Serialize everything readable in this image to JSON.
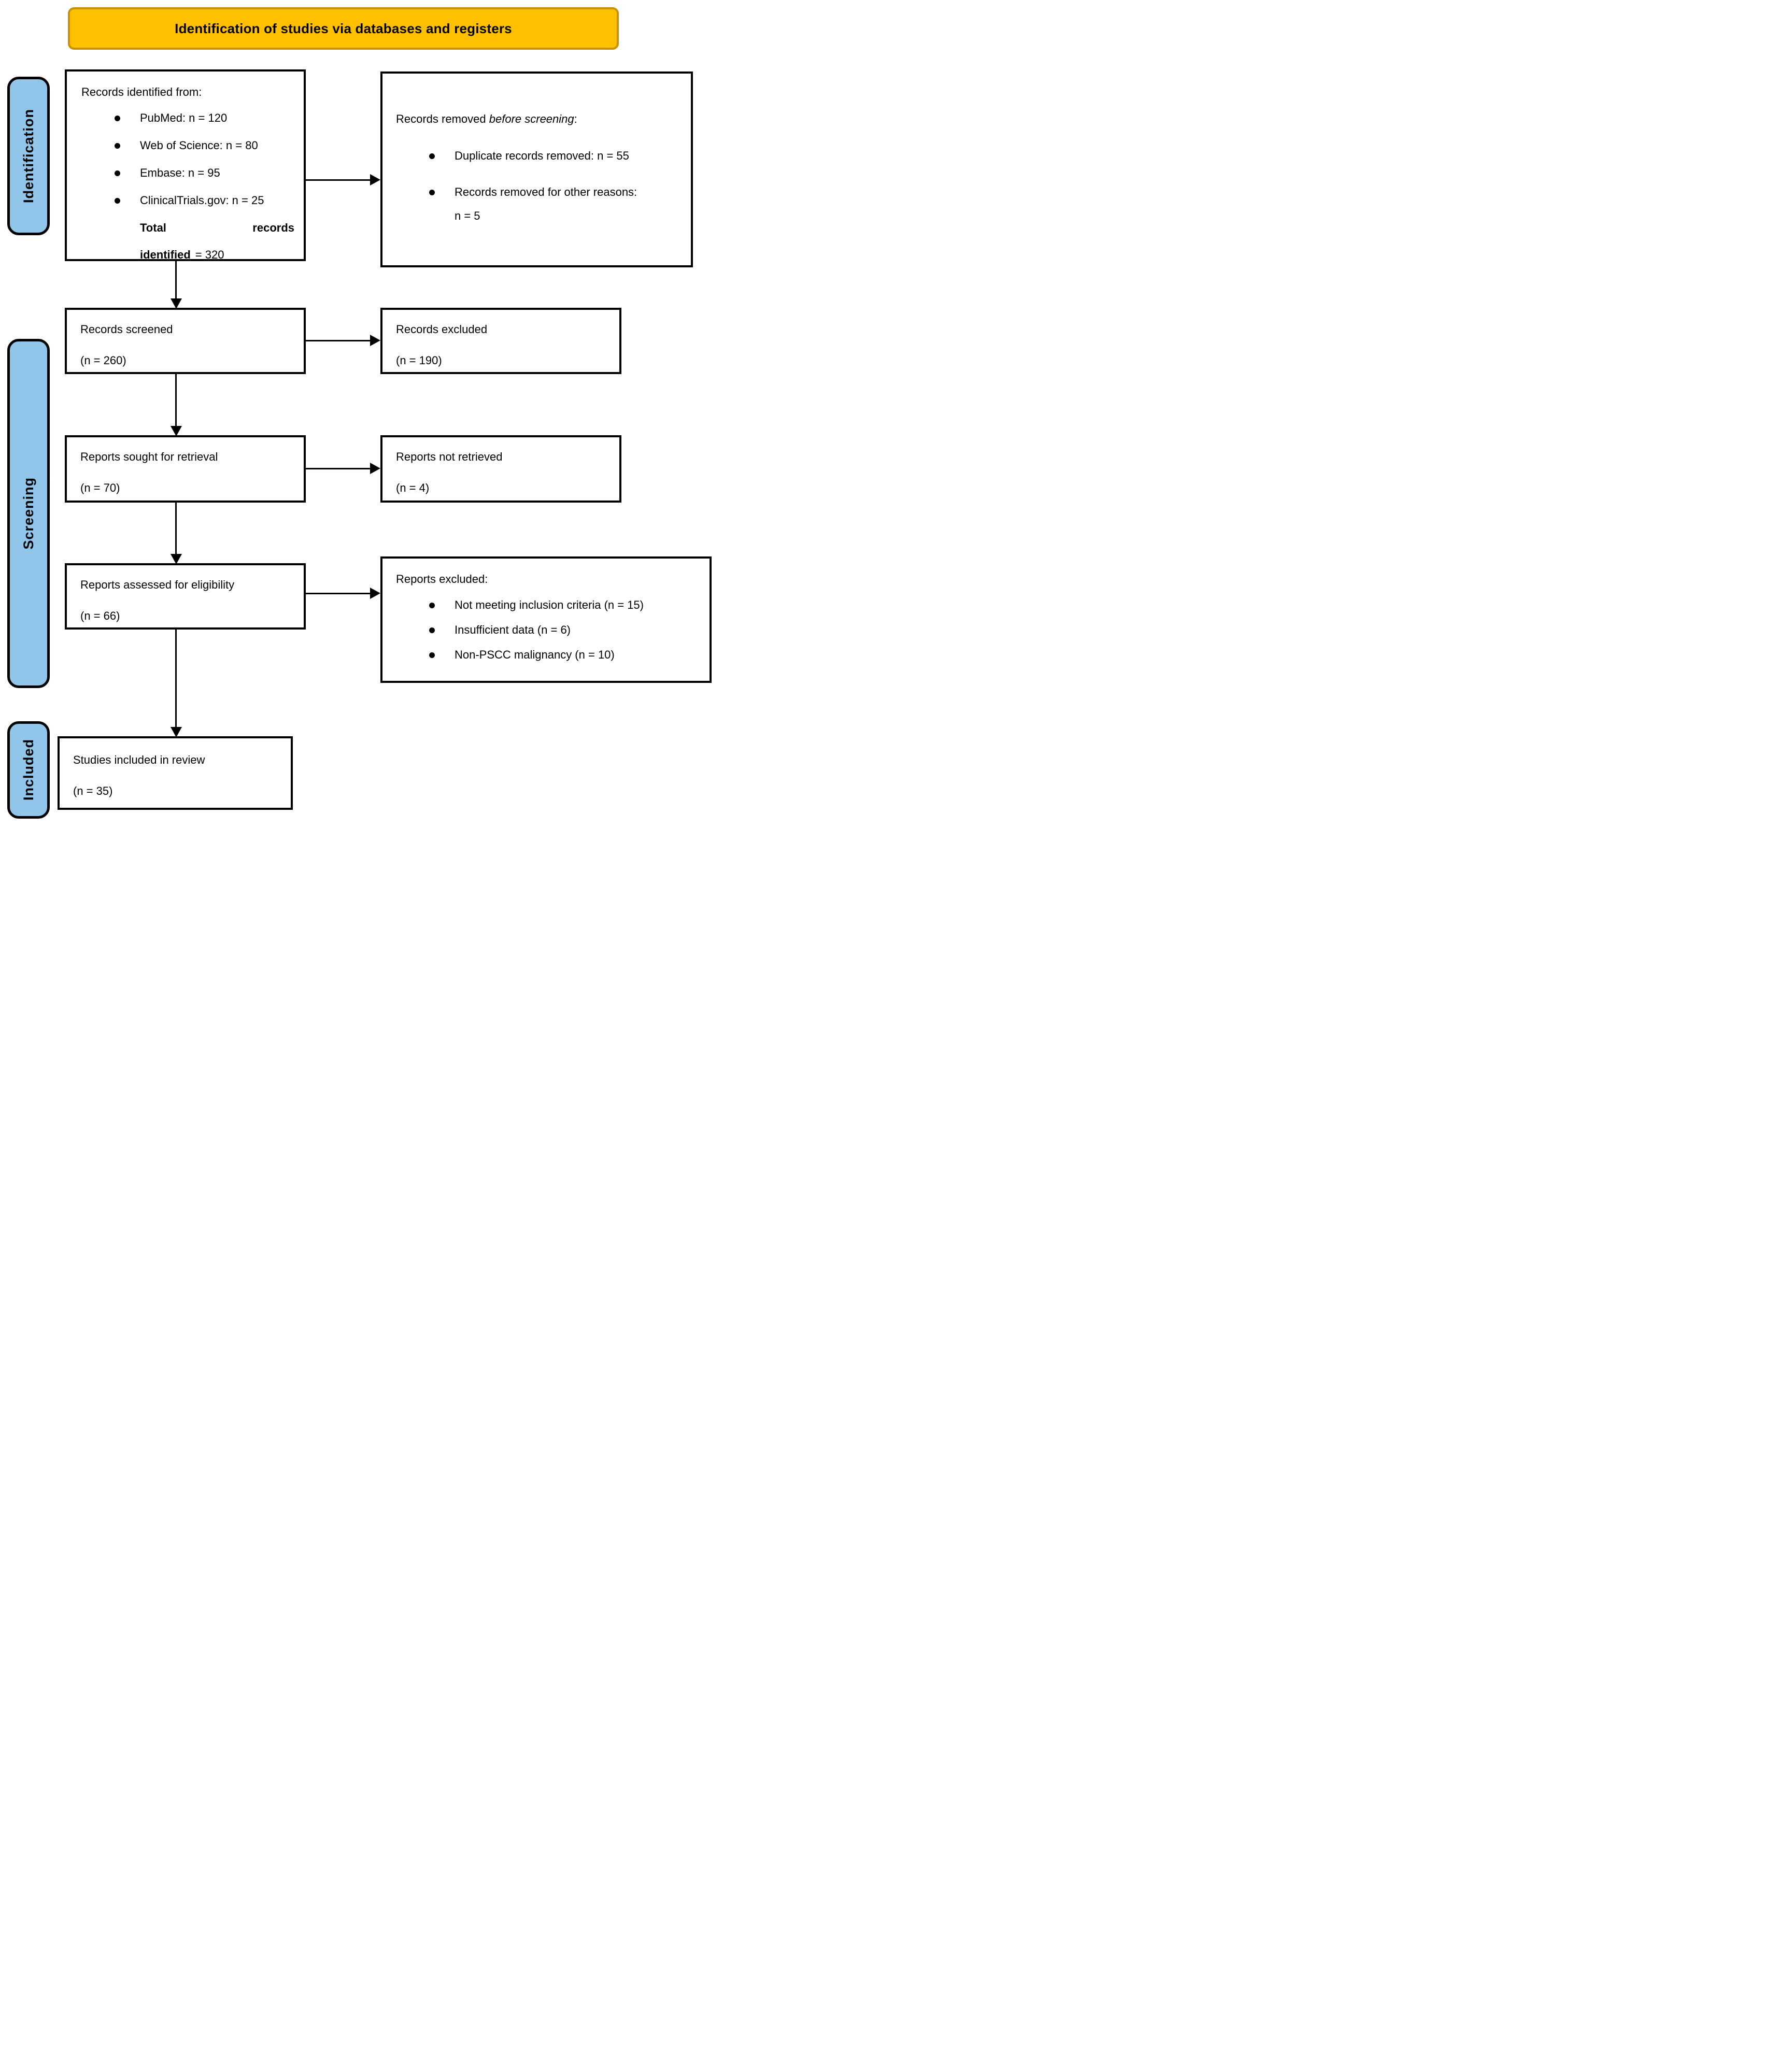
{
  "colors": {
    "banner_bg": "#FFC000",
    "banner_border": "#C99100",
    "stage_tab_bg": "#92C5EA",
    "box_border": "#000000",
    "arrow": "#000000",
    "text": "#000000"
  },
  "banner": {
    "title": "Identification of studies via databases and registers"
  },
  "stages": {
    "identification": "Identification",
    "screening": "Screening",
    "included": "Included"
  },
  "boxes": {
    "identified": {
      "title": "Records identified from:",
      "bullets": [
        "PubMed: n = 120",
        "Web of Science: n = 80",
        "Embase: n = 95",
        "ClinicalTrials.gov: n = 25"
      ],
      "total_word1": "Total",
      "total_word2": "records",
      "total_word3": "identified",
      "total_value": "= 320"
    },
    "removed": {
      "title_prefix": "Records removed ",
      "title_italic": "before screening",
      "title_suffix": ":",
      "bullets": [
        "Duplicate records removed: n = 55",
        "Records removed for other reasons:\nn = 5"
      ]
    },
    "screened": {
      "line1": "Records screened",
      "line2": "(n = 260)"
    },
    "records_excluded": {
      "line1": "Records excluded",
      "line2": "(n = 190)"
    },
    "sought": {
      "line1": "Reports sought for retrieval",
      "line2": "(n = 70)"
    },
    "not_retrieved": {
      "line1": "Reports not retrieved",
      "line2": "(n = 4)"
    },
    "assessed": {
      "line1": "Reports assessed for eligibility",
      "line2": "(n = 66)"
    },
    "reports_excluded": {
      "title": "Reports excluded:",
      "bullets": [
        "Not meeting inclusion criteria (n = 15)",
        "Insufficient data (n = 6)",
        "Non-PSCC malignancy (n = 10)"
      ]
    },
    "included_in_review": {
      "line1": "Studies included in review",
      "line2": "(n = 35)"
    }
  }
}
